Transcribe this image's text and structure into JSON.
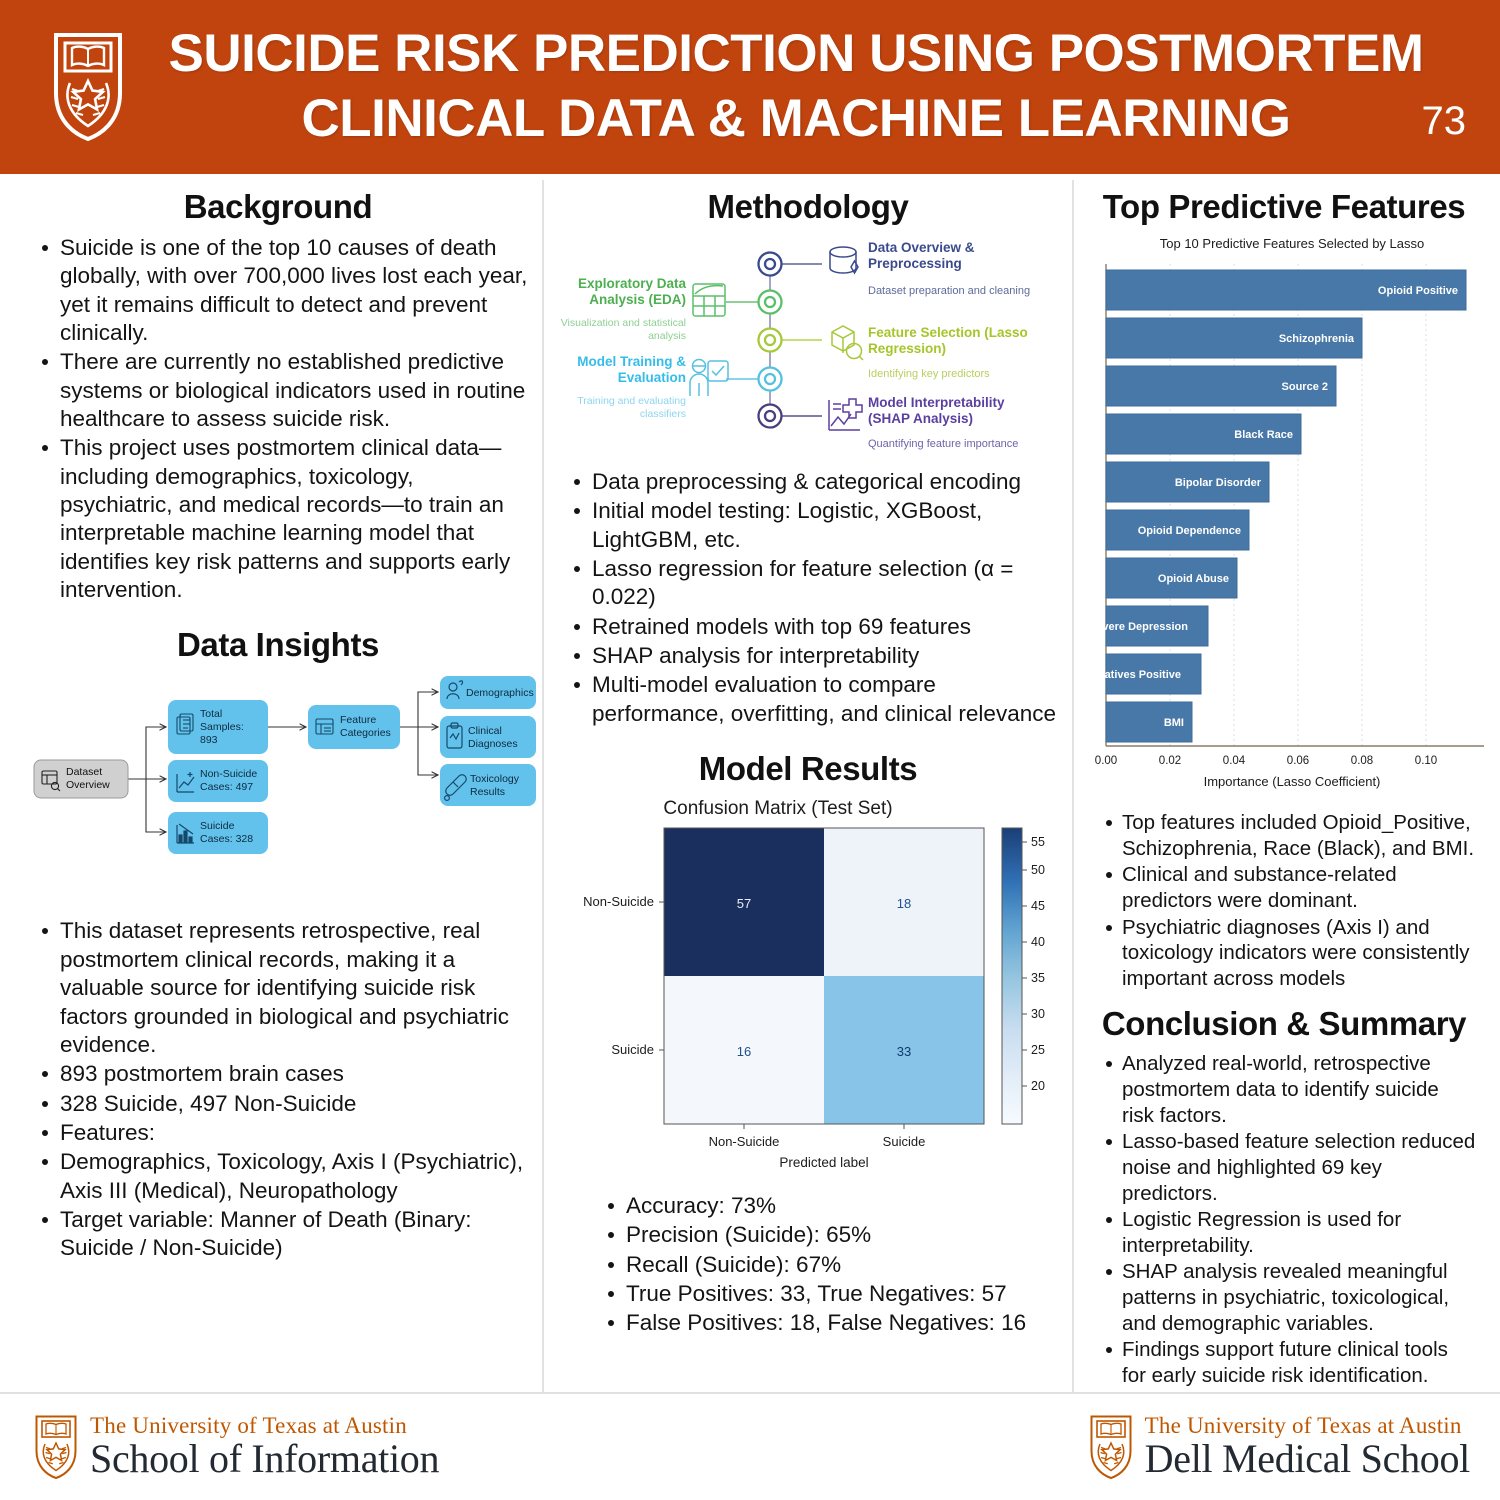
{
  "header": {
    "title": "SUICIDE RISK PREDICTION USING POSTMORTEM CLINICAL DATA & MACHINE LEARNING",
    "poster_number": "73",
    "bg_color": "#c1440e",
    "logo_name": "ut-austin-shield"
  },
  "background": {
    "heading": "Background",
    "bullets": [
      "Suicide is one of the top 10 causes of death globally, with over 700,000 lives lost each year, yet it remains difficult to detect and prevent clinically.",
      "There are currently no established predictive systems or biological indicators used in routine healthcare to assess suicide risk.",
      "This project uses postmortem clinical data—including demographics, toxicology, psychiatric, and medical records—to train an interpretable machine learning model that identifies key risk patterns and supports early intervention."
    ]
  },
  "data_insights": {
    "heading": "Data Insights",
    "diagram": {
      "root": {
        "label": "Dataset Overview",
        "icon": "database-search-icon",
        "fill": "#d0d0d0"
      },
      "level1": [
        {
          "label": "Total Samples: 893",
          "icon": "documents-icon",
          "fill": "#63c2ec"
        },
        {
          "label": "Suicide Cases: 328",
          "icon": "bar-chart-down-icon",
          "fill": "#63c2ec"
        },
        {
          "label": "Non-Suicide Cases: 497",
          "icon": "line-chart-icon",
          "fill": "#63c2ec"
        }
      ],
      "hub": {
        "label": "Feature Categories",
        "icon": "folder-icon",
        "fill": "#63c2ec"
      },
      "level2": [
        {
          "label": "Demographics",
          "icon": "person-icon",
          "fill": "#63c2ec"
        },
        {
          "label": "Clinical Diagnoses",
          "icon": "clipboard-icon",
          "fill": "#63c2ec"
        },
        {
          "label": "Toxicology Results",
          "icon": "test-tube-icon",
          "fill": "#63c2ec"
        }
      ]
    },
    "bullets": [
      "This dataset represents retrospective, real postmortem clinical records, making it a valuable source for identifying suicide risk factors grounded in biological and psychiatric evidence.",
      "893 postmortem brain cases",
      "328 Suicide, 497 Non-Suicide",
      "Features:",
      "Demographics, Toxicology, Axis I (Psychiatric), Axis III (Medical), Neuropathology",
      "Target variable: Manner of Death (Binary: Suicide / Non-Suicide)"
    ]
  },
  "methodology": {
    "heading": "Methodology",
    "diagram": {
      "left_steps": [
        {
          "title": "Exploratory Data Analysis (EDA)",
          "subtitle": "Visualization and statistical analysis",
          "color": "#5bbf6a",
          "icon": "spreadsheet-chart-icon"
        },
        {
          "title": "Model Training & Evaluation",
          "subtitle": "Training and evaluating classifiers",
          "color": "#55c0e0",
          "icon": "person-check-icon"
        }
      ],
      "right_steps": [
        {
          "title": "Data Overview & Preprocessing",
          "subtitle": "Dataset preparation and cleaning",
          "color": "#3a4a8c",
          "icon": "database-icon"
        },
        {
          "title": "Feature Selection (Lasso Regression)",
          "subtitle": "Identifying key predictors",
          "color": "#a7c838",
          "icon": "cube-search-icon"
        },
        {
          "title": "Model Interpretability (SHAP Analysis)",
          "subtitle": "Quantifying feature importance",
          "color": "#5b3fa0",
          "icon": "chart-plus-icon"
        }
      ]
    },
    "bullets": [
      "Data preprocessing & categorical encoding",
      "Initial model testing: Logistic, XGBoost, LightGBM, etc.",
      "Lasso regression for feature selection (α = 0.022)",
      "Retrained models with top 69 features",
      "SHAP analysis for interpretability",
      "Multi-model evaluation to compare performance, overfitting, and clinical relevance"
    ]
  },
  "model_results": {
    "heading": "Model Results",
    "bullets": [
      "Accuracy: 73%",
      "Precision (Suicide): 65%",
      "Recall (Suicide): 67%",
      "True Positives: 33, True Negatives: 57",
      "False Positives: 18, False Negatives: 16"
    ]
  },
  "top_features": {
    "heading": "Top Predictive Features",
    "bullets": [
      "Top features included Opioid_Positive, Schizophrenia, Race (Black), and BMI.",
      "Clinical and substance-related predictors were dominant.",
      "Psychiatric diagnoses (Axis I) and toxicology indicators were consistently important across models"
    ]
  },
  "conclusion": {
    "heading": "Conclusion & Summary",
    "bullets": [
      "Analyzed real-world, retrospective postmortem data to identify suicide risk factors.",
      "Lasso-based feature selection reduced noise and highlighted 69 key predictors.",
      "Logistic Regression is used for interpretability.",
      "SHAP analysis revealed meaningful patterns in psychiatric, toxicological, and demographic variables.",
      "Findings support future clinical tools for early suicide risk identification."
    ]
  },
  "footer": {
    "left_logo": {
      "line1": "The University of Texas at Austin",
      "line2": "School of Information",
      "icon": "ut-austin-shield"
    },
    "right_logo": {
      "line1": "The University of Texas at Austin",
      "line2": "Dell Medical School",
      "icon": "ut-austin-shield"
    }
  },
  "chart_data": [
    {
      "type": "bar",
      "orientation": "horizontal",
      "title": "Top 10 Predictive Features Selected by Lasso",
      "xlabel": "Importance (Lasso Coefficient)",
      "ylabel": "",
      "categories": [
        "Opioid Positive",
        "Schizophrenia",
        "Source 2",
        "Black Race",
        "Bipolar Disorder",
        "Opioid Dependence",
        "Opioid Abuse",
        "Severe Depression",
        "Sedatives Positive",
        "BMI"
      ],
      "values": [
        0.1125,
        0.08,
        0.072,
        0.061,
        0.0508,
        0.0448,
        0.0408,
        0.0318,
        0.0297,
        0.0267
      ],
      "xlim": [
        0.0,
        0.1175
      ],
      "xticks": [
        0.0,
        0.02,
        0.04,
        0.06,
        0.08,
        0.1
      ],
      "xticklabels": [
        "0.00",
        "0.02",
        "0.04",
        "0.06",
        "0.08",
        "0.10"
      ],
      "bar_color": "#4878a8",
      "label_color": "#ffffff",
      "grid": true,
      "legend": "none"
    },
    {
      "type": "heatmap",
      "subtype": "confusion_matrix",
      "title": "Confusion Matrix (Test Set)",
      "xlabel": "Predicted label",
      "ylabel": "",
      "x_categories": [
        "Non-Suicide",
        "Suicide"
      ],
      "y_categories": [
        "Non-Suicide",
        "Suicide"
      ],
      "matrix": [
        [
          57,
          18
        ],
        [
          16,
          33
        ]
      ],
      "cell_colors": [
        [
          "#1b2f5e",
          "#eef3f9"
        ],
        [
          "#f4f7fb",
          "#87c4e8"
        ]
      ],
      "cell_text_colors": [
        [
          "#e8eef7",
          "#21508f"
        ],
        [
          "#21508f",
          "#123a6b"
        ]
      ],
      "colorbar": {
        "ticks": [
          20,
          25,
          30,
          35,
          40,
          45,
          50,
          55
        ],
        "ticklabels": [
          "20",
          "25",
          "30",
          "35",
          "40",
          "45",
          "50",
          "55"
        ],
        "cmap": "Blues",
        "vmin": 16,
        "vmax": 57
      },
      "grid": false,
      "legend": "colorbar-right"
    }
  ]
}
